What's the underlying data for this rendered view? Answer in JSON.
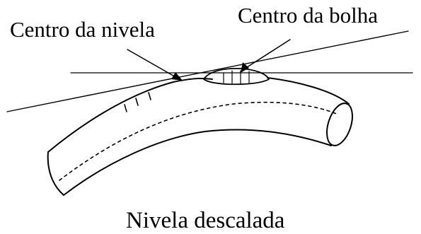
{
  "labels": {
    "level_center": "Centro da nivela",
    "bubble_center": "Centro da bolha",
    "caption": "Nivela descalada"
  },
  "colors": {
    "ink": "#000000",
    "background": "#ffffff"
  }
}
